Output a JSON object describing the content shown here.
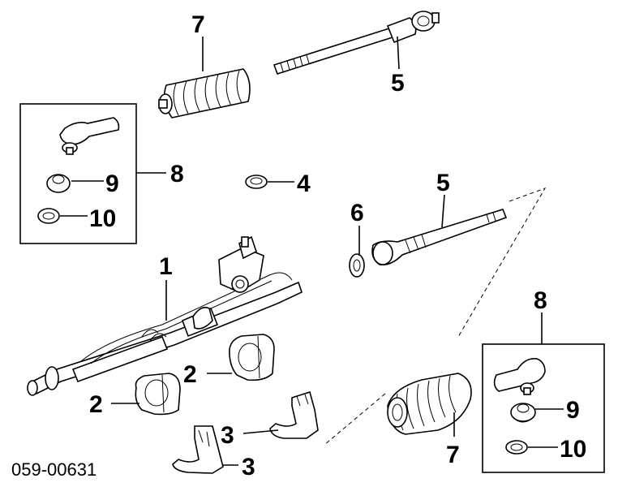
{
  "callouts": {
    "c1": "1",
    "c2a": "2",
    "c2b": "2",
    "c3a": "3",
    "c3b": "3",
    "c4": "4",
    "c5a": "5",
    "c5b": "5",
    "c6": "6",
    "c7a": "7",
    "c7b": "7",
    "c8a": "8",
    "c8b": "8",
    "c9a": "9",
    "c9b": "9",
    "c10a": "10",
    "c10b": "10"
  },
  "drawing_code": "059-00631"
}
